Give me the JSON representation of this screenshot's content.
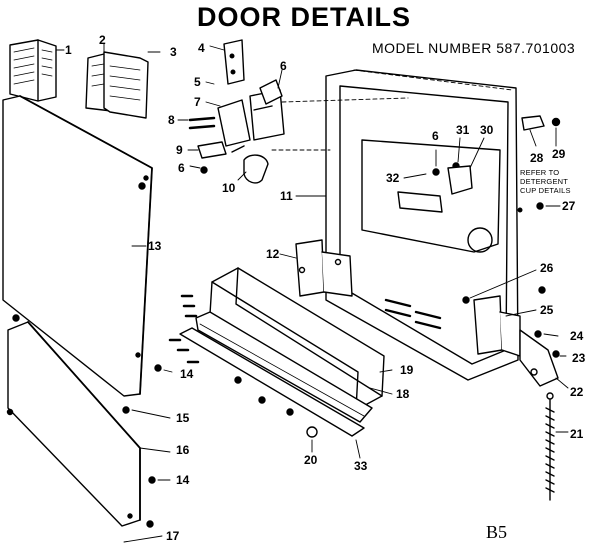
{
  "title": "DOOR DETAILS",
  "model_number": "MODEL NUMBER 587.701003",
  "page_code": "B5",
  "note": [
    "REFER TO DETERGENT",
    "CUP DETAILS"
  ],
  "callouts": [
    "1",
    "2",
    "3",
    "4",
    "5",
    "6",
    "7",
    "8",
    "9",
    "6",
    "10",
    "11",
    "6",
    "31",
    "30",
    "32",
    "28",
    "29",
    "27",
    "12",
    "13",
    "26",
    "25",
    "24",
    "23",
    "22",
    "21",
    "14",
    "15",
    "16",
    "14",
    "17",
    "19",
    "18",
    "20",
    "33"
  ]
}
